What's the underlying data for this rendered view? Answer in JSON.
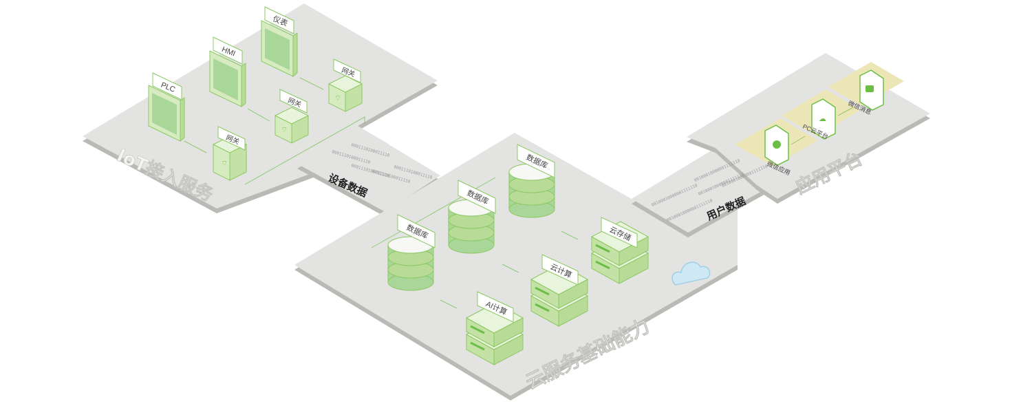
{
  "colors": {
    "platform_top": "#e3e3e2",
    "platform_edge": "#b9b9b6",
    "device_fill": "#d6ecc0",
    "device_stroke": "#8cc863",
    "screen_fill": "#a9d79a",
    "accent_green": "#6cbf45",
    "app_pad": "#ece6b6",
    "cloud": "#cfe9f4"
  },
  "zones": {
    "iot": {
      "label": "IoT接入服务"
    },
    "cloud": {
      "label": "云服务基础能力"
    },
    "app": {
      "label": "应用平台"
    }
  },
  "flows": {
    "device_data": {
      "label": "设备数据",
      "bits": [
        "0001110100011110",
        "0001110100011110",
        "0001110100011110",
        "0001110100011110",
        "0001110100011110"
      ]
    },
    "user_data": {
      "label": "用户数据",
      "bits": [
        "00100010000001111110",
        "00100010000001111110",
        "00100010000001111110",
        "00100010000001111110",
        "00100010000001111110"
      ]
    }
  },
  "devices": {
    "plc": "PLC",
    "hmi": "HMI",
    "meter": "仪表",
    "gateway_1": "网关",
    "gateway_2": "网关",
    "gateway_3": "网关"
  },
  "cloud_services": {
    "database_1": "数据库",
    "database_2": "数据库",
    "database_3": "数据库",
    "storage": "云存储",
    "compute": "云计算",
    "ai_compute": "AI计算"
  },
  "apps": {
    "wechat_app": "微信应用",
    "pc_cloud": "PC云平台",
    "wechat_msg": "微信消息"
  }
}
